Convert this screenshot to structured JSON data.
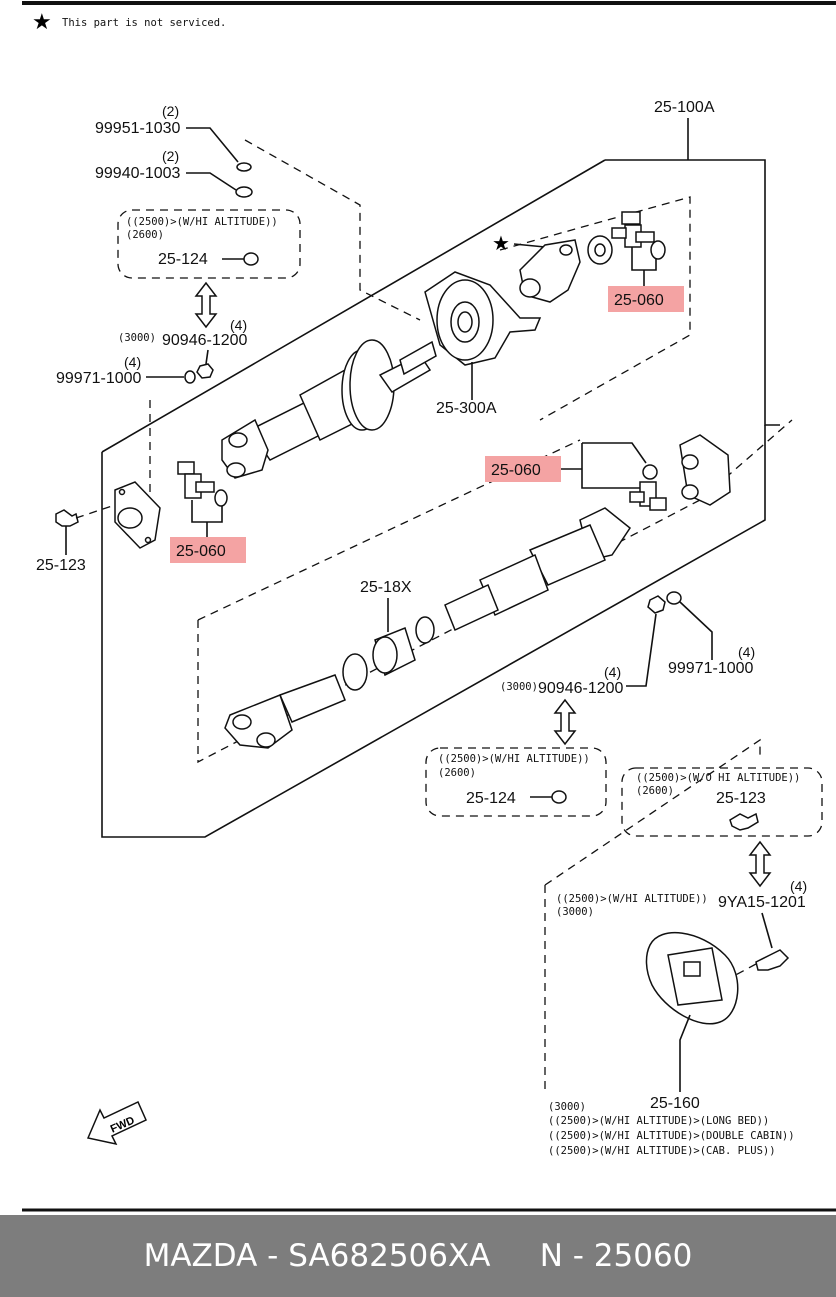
{
  "notice": {
    "star": "★",
    "text": "This part is not serviced."
  },
  "labels": {
    "assembly": "25-100A",
    "washer_top_qty": "(2)",
    "washer_top": "99951-1030",
    "washer2_qty": "(2)",
    "washer2": "99940-1003",
    "cond_top_1": "((2500)>(W/HI ALTITUDE))",
    "cond_top_2": "(2600)",
    "p25124_top": "25-124",
    "nut_top_qty": "(4)",
    "nut_top_pre": "(3000)",
    "nut_top": "90946-1200",
    "washer3_qty": "(4)",
    "washer3": "99971-1000",
    "hl_top_right": "25-060",
    "center_bearing": "25-300A",
    "hl_middle": "25-060",
    "hl_left": "25-060",
    "bolt_left": "25-123",
    "cv_boot": "25-18X",
    "washer4_qty": "(4)",
    "washer4": "99971-1000",
    "nut_bot_qty": "(4)",
    "nut_bot_pre": "(3000)",
    "nut_bot": "90946-1200",
    "cond_mid_1": "((2500)>(W/HI ALTITUDE))",
    "cond_mid_2": "(2600)",
    "p25124_bot": "25-124",
    "cond_right_1": "((2500)>(W/O HI ALTITUDE))",
    "cond_right_2": "(2600)",
    "p25123_right": "25-123",
    "bolt_qty": "(4)",
    "bolt": "9YA15-1201",
    "cond_damper_1": "((2500)>(W/HI ALTITUDE))",
    "cond_damper_2": "(3000)",
    "damper": "25-160",
    "cond_bottom_1": "(3000)",
    "cond_bottom_2": "((2500)>(W/HI ALTITUDE)>(LONG BED))",
    "cond_bottom_3": "((2500)>(W/HI ALTITUDE)>(DOUBLE CABIN))",
    "cond_bottom_4": "((2500)>(W/HI ALTITUDE)>(CAB. PLUS))",
    "fwd": "FWD"
  },
  "footer": {
    "text": "MAZDA - SA682506XA     N - 25060"
  },
  "colors": {
    "highlight": "#f4a3a3",
    "footer_bg": "#7d7d7d",
    "line": "#111111"
  }
}
